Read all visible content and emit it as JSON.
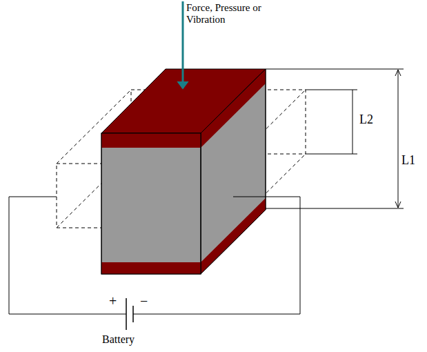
{
  "diagram": {
    "labels": [
      "Force, Pressure or Vibration",
      "L2",
      "L1",
      "+",
      "−",
      "Battery"
    ]
  }
}
